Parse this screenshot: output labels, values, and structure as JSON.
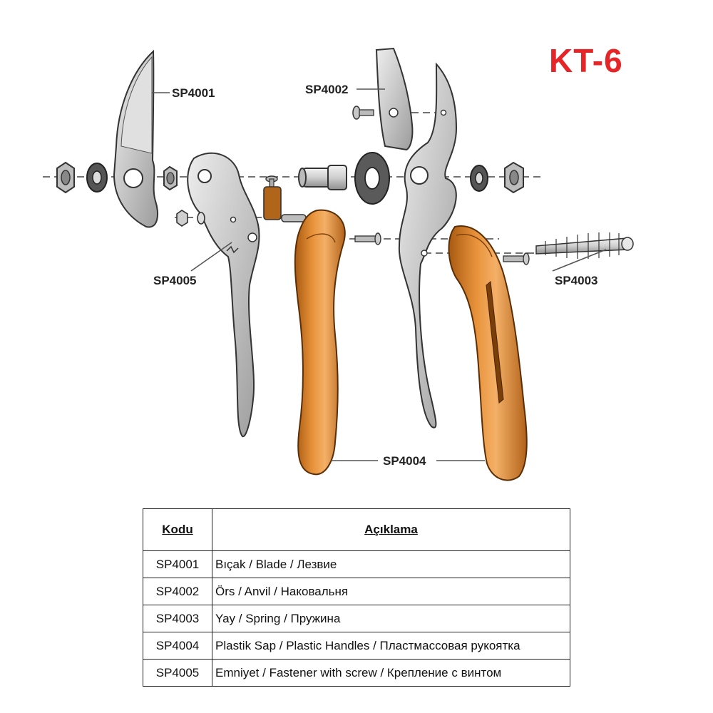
{
  "title": "KT-6",
  "colors": {
    "title": "#e52528",
    "metal": "#c9c9c9",
    "handle": "#d57a1c"
  },
  "labels": {
    "sp4001": "SP4001",
    "sp4002": "SP4002",
    "sp4003": "SP4003",
    "sp4004": "SP4004",
    "sp4005": "SP4005"
  },
  "table": {
    "headers": {
      "code": "Kodu",
      "description": "Açıklama"
    },
    "rows": [
      {
        "code": "SP4001",
        "description": "Bıçak / Blade / Лезвие"
      },
      {
        "code": "SP4002",
        "description": "Örs / Anvil / Наковальня"
      },
      {
        "code": "SP4003",
        "description": "Yay / Spring / Пружина"
      },
      {
        "code": "SP4004",
        "description": "Plastik Sap / Plastic Handles / Пластмассовая рукоятка"
      },
      {
        "code": "SP4005",
        "description": "Emniyet / Fastener with screw / Крепление с винтом"
      }
    ]
  }
}
